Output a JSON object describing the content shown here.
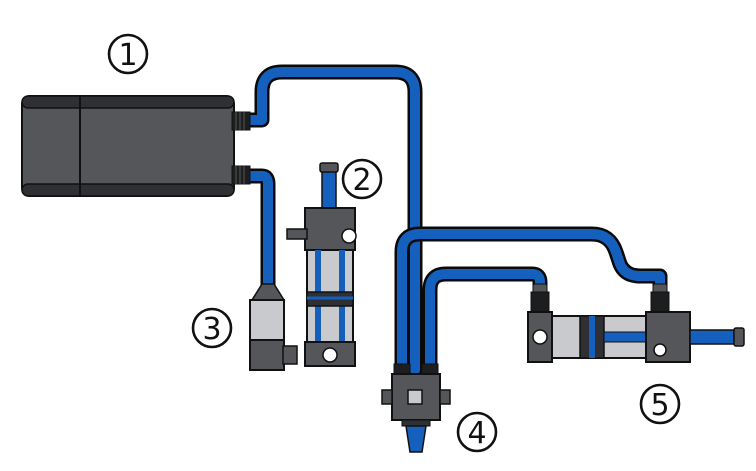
{
  "callouts": [
    {
      "id": "1",
      "text": "1"
    },
    {
      "id": "2",
      "text": "2"
    },
    {
      "id": "3",
      "text": "3"
    },
    {
      "id": "4",
      "text": "4"
    },
    {
      "id": "5",
      "text": "5"
    }
  ],
  "colors": {
    "tube": "#1560bd",
    "tube_outline": "#0a0a0a",
    "body": "#55565a",
    "body_dark": "#2f3033",
    "body_light": "#c9cacd",
    "fitting": "#1d1e20",
    "background": "#ffffff"
  },
  "icons": [
    "air-tank",
    "pneumatic-cylinder",
    "pressure-regulator",
    "directional-control-valve",
    "double-acting-cylinder"
  ]
}
